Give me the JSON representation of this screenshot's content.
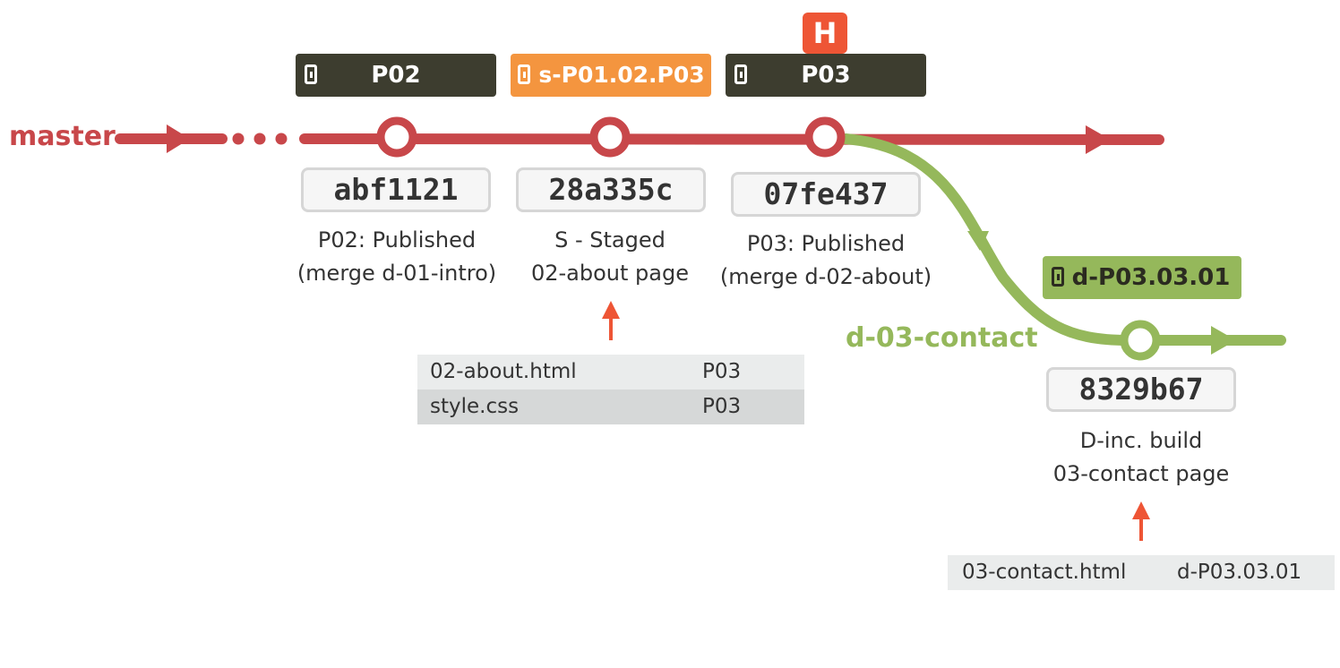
{
  "head_label": "H",
  "branches": {
    "master": {
      "label": "master",
      "color": "#c8474a"
    },
    "feature": {
      "label": "d-03-contact",
      "color": "#95b85b"
    }
  },
  "tags": [
    {
      "label": "P02",
      "style": "dark"
    },
    {
      "label": "s-P01.02.P03",
      "style": "staged"
    },
    {
      "label": "P03",
      "style": "dark"
    },
    {
      "label": "d-P03.03.01",
      "style": "dev"
    }
  ],
  "commits": [
    {
      "sha": "abf1121",
      "message_line1": "P02: Published",
      "message_line2": "(merge d-01-intro)"
    },
    {
      "sha": "28a335c",
      "message_line1": "S - Staged",
      "message_line2": "02-about page"
    },
    {
      "sha": "07fe437",
      "message_line1": "P03: Published",
      "message_line2": "(merge d-02-about)"
    },
    {
      "sha": "8329b67",
      "message_line1": "D-inc. build",
      "message_line2": "03-contact page"
    }
  ],
  "file_tables": [
    {
      "rows": [
        {
          "file": "02-about.html",
          "version": "P03"
        },
        {
          "file": "style.css",
          "version": "P03"
        }
      ]
    },
    {
      "rows": [
        {
          "file": "03-contact.html",
          "version": "d-P03.03.01"
        }
      ]
    }
  ],
  "colors": {
    "arrow": "#ee5535",
    "tag_dark": "#3d3d2f",
    "tag_staged": "#f4953f",
    "tag_dev": "#95b85b"
  }
}
